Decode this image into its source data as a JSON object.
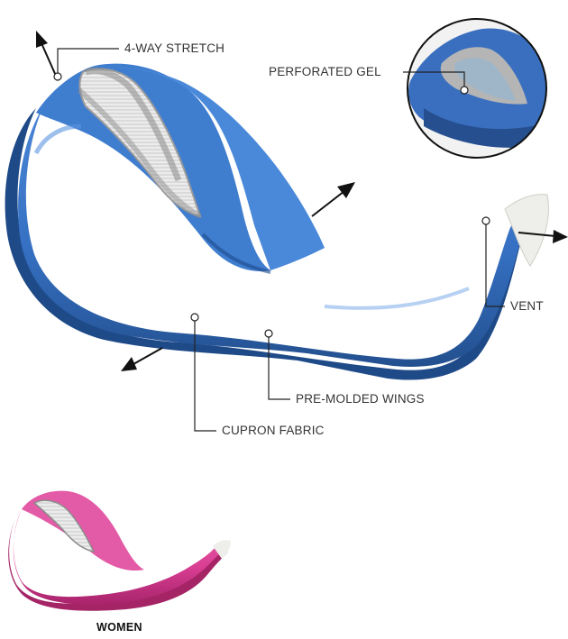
{
  "callouts": {
    "stretch": "4-WAY STRETCH",
    "gel": "PERFORATED GEL",
    "vent": "VENT",
    "wings": "PRE-MOLDED WINGS",
    "fabric": "CUPRON FABRIC"
  },
  "caption": "WOMEN",
  "colors": {
    "men_pad": "#3a73c4",
    "women_pad": "#e0489b",
    "leader_line": "#222222",
    "gel_insert": "#9fb6c8"
  },
  "icons": [
    "arrow-icon",
    "callout-dot-icon",
    "magnifier-circle-icon"
  ]
}
